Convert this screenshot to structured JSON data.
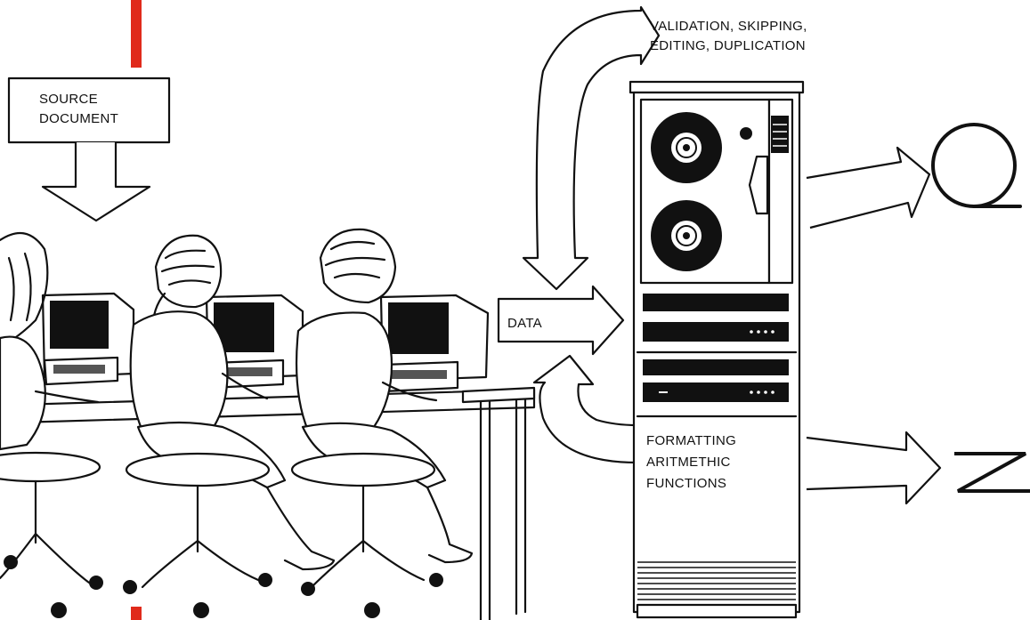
{
  "labels": {
    "source_document": [
      "SOURCE",
      "DOCUMENT"
    ],
    "validation": [
      "VALIDATION, SKIPPING,",
      "EDITING, DUPLICATION"
    ],
    "data": "DATA",
    "formatting": [
      "FORMATTING",
      "ARITMETHIC",
      "FUNCTIONS"
    ]
  },
  "colors": {
    "accent_line": "#e02a1b",
    "ink": "#111111",
    "paper": "#ffffff"
  },
  "icons": [
    "tape-reel-output-icon",
    "communication-line-output-icon"
  ]
}
